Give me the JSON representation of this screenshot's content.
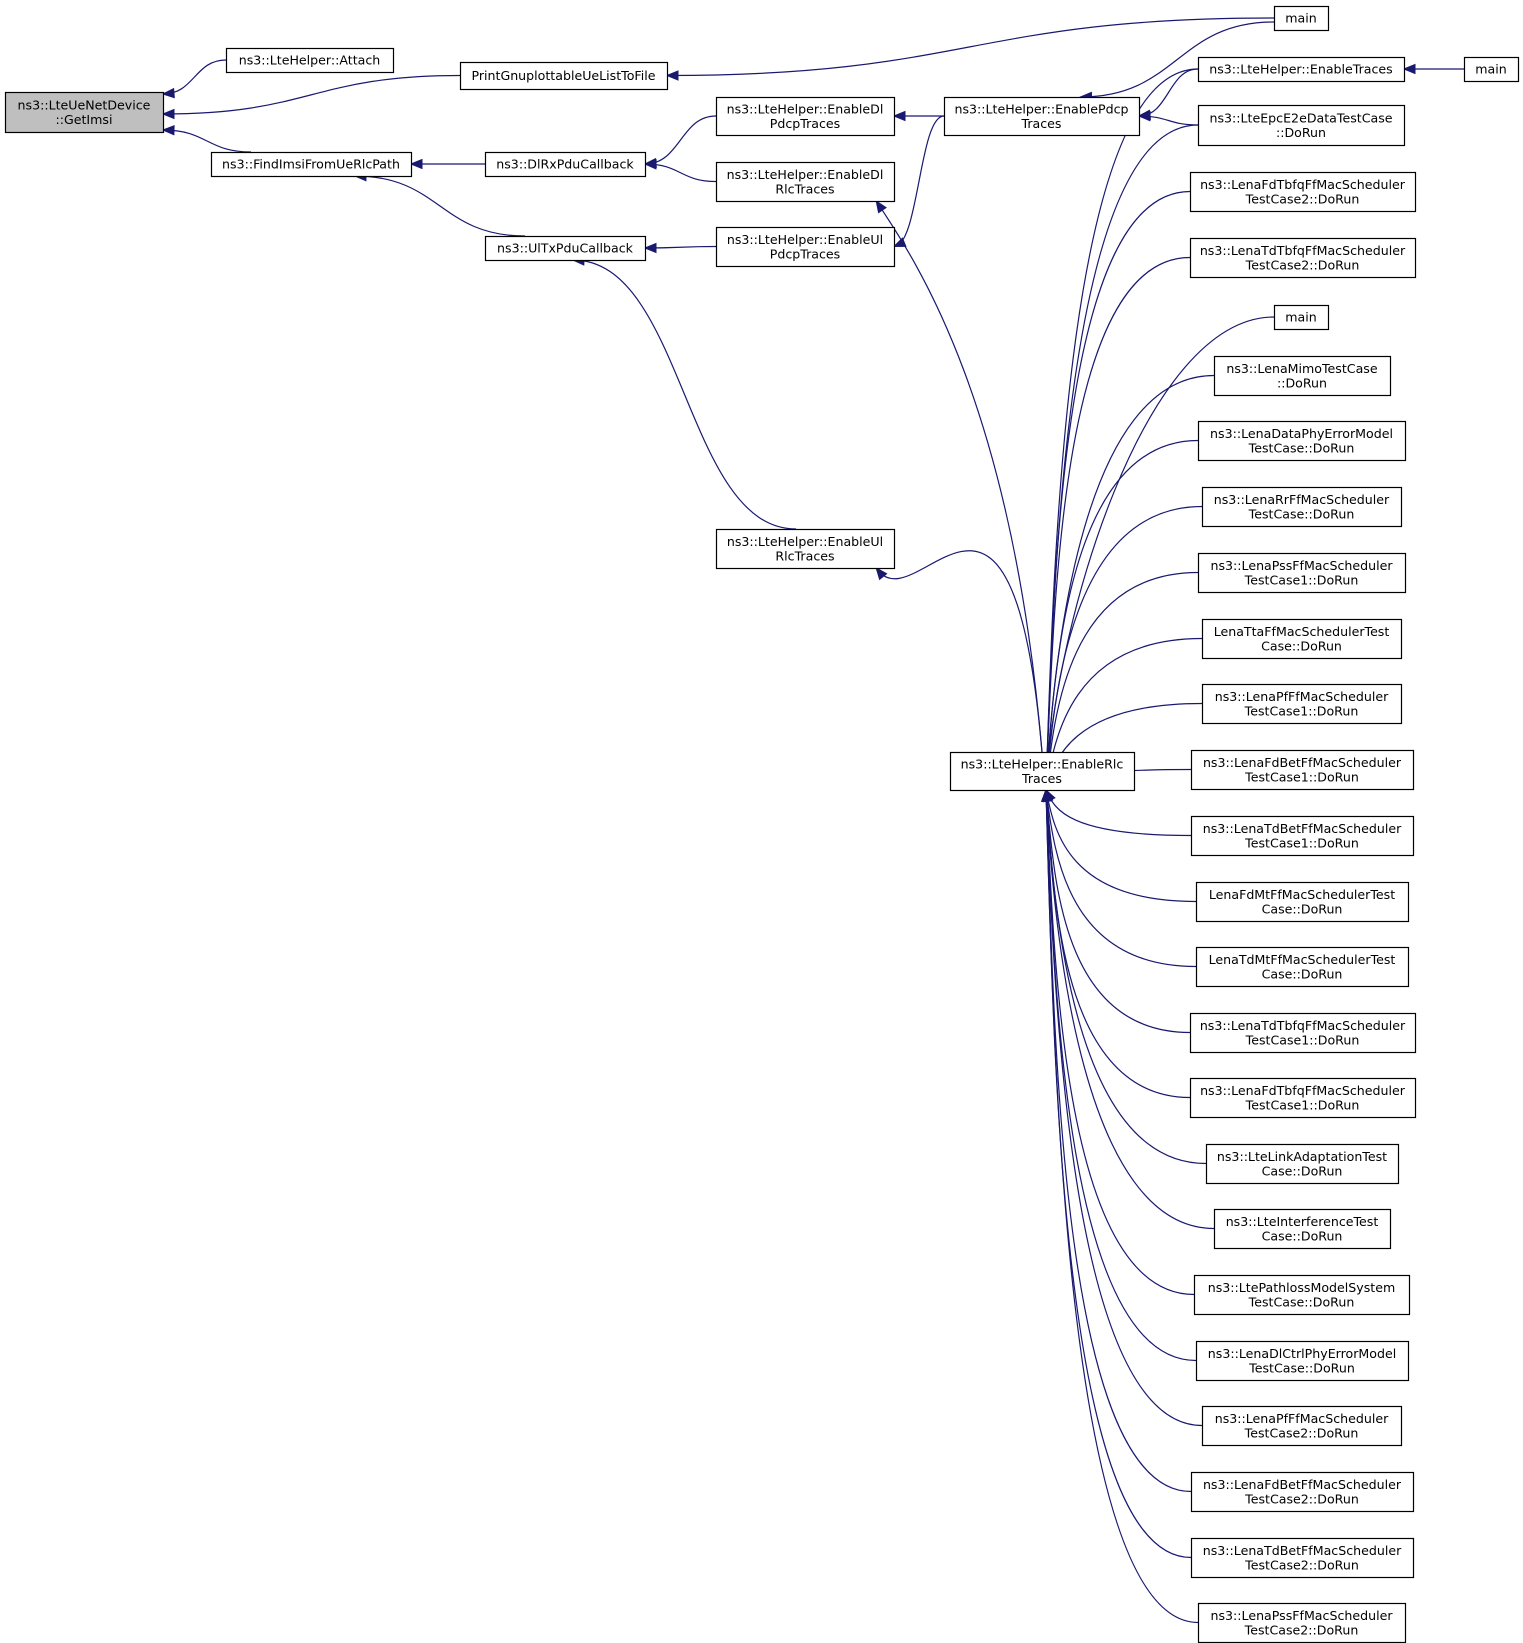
{
  "graph": {
    "type": "call-graph",
    "direction": "right-to-left",
    "colors": {
      "edge": "#191970",
      "node_border": "#000000",
      "node_fill": "#ffffff",
      "root_fill": "#bfbfbf"
    },
    "nodes": [
      {
        "id": "root",
        "lines": [
          "ns3::LteUeNetDevice",
          "::GetImsi"
        ],
        "root": true
      },
      {
        "id": "attach",
        "lines": [
          "ns3::LteHelper::Attach"
        ]
      },
      {
        "id": "printgnu",
        "lines": [
          "PrintGnuplottableUeListToFile"
        ]
      },
      {
        "id": "findimsi",
        "lines": [
          "ns3::FindImsiFromUeRlcPath"
        ]
      },
      {
        "id": "dlrx",
        "lines": [
          "ns3::DlRxPduCallback"
        ]
      },
      {
        "id": "ultx",
        "lines": [
          "ns3::UlTxPduCallback"
        ]
      },
      {
        "id": "endlpdcp",
        "lines": [
          "ns3::LteHelper::EnableDl",
          "PdcpTraces"
        ]
      },
      {
        "id": "endlrlc",
        "lines": [
          "ns3::LteHelper::EnableDl",
          "RlcTraces"
        ]
      },
      {
        "id": "enulpdcp",
        "lines": [
          "ns3::LteHelper::EnableUl",
          "PdcpTraces"
        ]
      },
      {
        "id": "enulrlc",
        "lines": [
          "ns3::LteHelper::EnableUl",
          "RlcTraces"
        ]
      },
      {
        "id": "enpdcp",
        "lines": [
          "ns3::LteHelper::EnablePdcp",
          "Traces"
        ]
      },
      {
        "id": "enrlc",
        "lines": [
          "ns3::LteHelper::EnableRlc",
          "Traces"
        ]
      },
      {
        "id": "main1",
        "lines": [
          "main"
        ]
      },
      {
        "id": "entraces",
        "lines": [
          "ns3::LteHelper::EnableTraces"
        ]
      },
      {
        "id": "main2",
        "lines": [
          "main"
        ]
      },
      {
        "id": "e2e",
        "lines": [
          "ns3::LteEpcE2eDataTestCase",
          "::DoRun"
        ]
      },
      {
        "id": "fdtbfq2",
        "lines": [
          "ns3::LenaFdTbfqFfMacScheduler",
          "TestCase2::DoRun"
        ]
      },
      {
        "id": "tdtbfq2",
        "lines": [
          "ns3::LenaTdTbfqFfMacScheduler",
          "TestCase2::DoRun"
        ]
      },
      {
        "id": "main3",
        "lines": [
          "main"
        ]
      },
      {
        "id": "mimo",
        "lines": [
          "ns3::LenaMimoTestCase",
          "::DoRun"
        ]
      },
      {
        "id": "dataphy",
        "lines": [
          "ns3::LenaDataPhyErrorModel",
          "TestCase::DoRun"
        ]
      },
      {
        "id": "rr",
        "lines": [
          "ns3::LenaRrFfMacScheduler",
          "TestCase::DoRun"
        ]
      },
      {
        "id": "pss1",
        "lines": [
          "ns3::LenaPssFfMacScheduler",
          "TestCase1::DoRun"
        ]
      },
      {
        "id": "tta",
        "lines": [
          "LenaTtaFfMacSchedulerTest",
          "Case::DoRun"
        ]
      },
      {
        "id": "pf1",
        "lines": [
          "ns3::LenaPfFfMacScheduler",
          "TestCase1::DoRun"
        ]
      },
      {
        "id": "fdbet1",
        "lines": [
          "ns3::LenaFdBetFfMacScheduler",
          "TestCase1::DoRun"
        ]
      },
      {
        "id": "tdbet1",
        "lines": [
          "ns3::LenaTdBetFfMacScheduler",
          "TestCase1::DoRun"
        ]
      },
      {
        "id": "fdmt",
        "lines": [
          "LenaFdMtFfMacSchedulerTest",
          "Case::DoRun"
        ]
      },
      {
        "id": "tdmt",
        "lines": [
          "LenaTdMtFfMacSchedulerTest",
          "Case::DoRun"
        ]
      },
      {
        "id": "tdtbfq1",
        "lines": [
          "ns3::LenaTdTbfqFfMacScheduler",
          "TestCase1::DoRun"
        ]
      },
      {
        "id": "fdtbfq1",
        "lines": [
          "ns3::LenaFdTbfqFfMacScheduler",
          "TestCase1::DoRun"
        ]
      },
      {
        "id": "linkad",
        "lines": [
          "ns3::LteLinkAdaptationTest",
          "Case::DoRun"
        ]
      },
      {
        "id": "interf",
        "lines": [
          "ns3::LteInterferenceTest",
          "Case::DoRun"
        ]
      },
      {
        "id": "pathloss",
        "lines": [
          "ns3::LtePathlossModelSystem",
          "TestCase::DoRun"
        ]
      },
      {
        "id": "dlctrl",
        "lines": [
          "ns3::LenaDlCtrlPhyErrorModel",
          "TestCase::DoRun"
        ]
      },
      {
        "id": "pf2",
        "lines": [
          "ns3::LenaPfFfMacScheduler",
          "TestCase2::DoRun"
        ]
      },
      {
        "id": "fdbet2",
        "lines": [
          "ns3::LenaFdBetFfMacScheduler",
          "TestCase2::DoRun"
        ]
      },
      {
        "id": "tdbet2",
        "lines": [
          "ns3::LenaTdBetFfMacScheduler",
          "TestCase2::DoRun"
        ]
      },
      {
        "id": "pss2",
        "lines": [
          "ns3::LenaPssFfMacScheduler",
          "TestCase2::DoRun"
        ]
      }
    ],
    "edges": [
      {
        "from": "attach",
        "to": "root"
      },
      {
        "from": "printgnu",
        "to": "root"
      },
      {
        "from": "findimsi",
        "to": "root"
      },
      {
        "from": "main1",
        "to": "printgnu"
      },
      {
        "from": "dlrx",
        "to": "findimsi"
      },
      {
        "from": "ultx",
        "to": "findimsi"
      },
      {
        "from": "endlpdcp",
        "to": "dlrx"
      },
      {
        "from": "endlrlc",
        "to": "dlrx"
      },
      {
        "from": "enulpdcp",
        "to": "ultx"
      },
      {
        "from": "enulrlc",
        "to": "ultx"
      },
      {
        "from": "enpdcp",
        "to": "endlpdcp"
      },
      {
        "from": "enpdcp",
        "to": "enulpdcp"
      },
      {
        "from": "enrlc",
        "to": "endlrlc"
      },
      {
        "from": "enrlc",
        "to": "enulrlc"
      },
      {
        "from": "main1",
        "to": "enpdcp"
      },
      {
        "from": "entraces",
        "to": "enpdcp"
      },
      {
        "from": "e2e",
        "to": "enpdcp"
      },
      {
        "from": "main2",
        "to": "entraces"
      },
      {
        "from": "entraces",
        "to": "enrlc"
      },
      {
        "from": "e2e",
        "to": "enrlc"
      },
      {
        "from": "fdtbfq2",
        "to": "enrlc"
      },
      {
        "from": "tdtbfq2",
        "to": "enrlc"
      },
      {
        "from": "main3",
        "to": "enrlc"
      },
      {
        "from": "mimo",
        "to": "enrlc"
      },
      {
        "from": "dataphy",
        "to": "enrlc"
      },
      {
        "from": "rr",
        "to": "enrlc"
      },
      {
        "from": "pss1",
        "to": "enrlc"
      },
      {
        "from": "tta",
        "to": "enrlc"
      },
      {
        "from": "pf1",
        "to": "enrlc"
      },
      {
        "from": "fdbet1",
        "to": "enrlc"
      },
      {
        "from": "tdbet1",
        "to": "enrlc"
      },
      {
        "from": "fdmt",
        "to": "enrlc"
      },
      {
        "from": "tdmt",
        "to": "enrlc"
      },
      {
        "from": "tdtbfq1",
        "to": "enrlc"
      },
      {
        "from": "fdtbfq1",
        "to": "enrlc"
      },
      {
        "from": "linkad",
        "to": "enrlc"
      },
      {
        "from": "interf",
        "to": "enrlc"
      },
      {
        "from": "pathloss",
        "to": "enrlc"
      },
      {
        "from": "dlctrl",
        "to": "enrlc"
      },
      {
        "from": "pf2",
        "to": "enrlc"
      },
      {
        "from": "fdbet2",
        "to": "enrlc"
      },
      {
        "from": "tdbet2",
        "to": "enrlc"
      },
      {
        "from": "pss2",
        "to": "enrlc"
      }
    ]
  }
}
